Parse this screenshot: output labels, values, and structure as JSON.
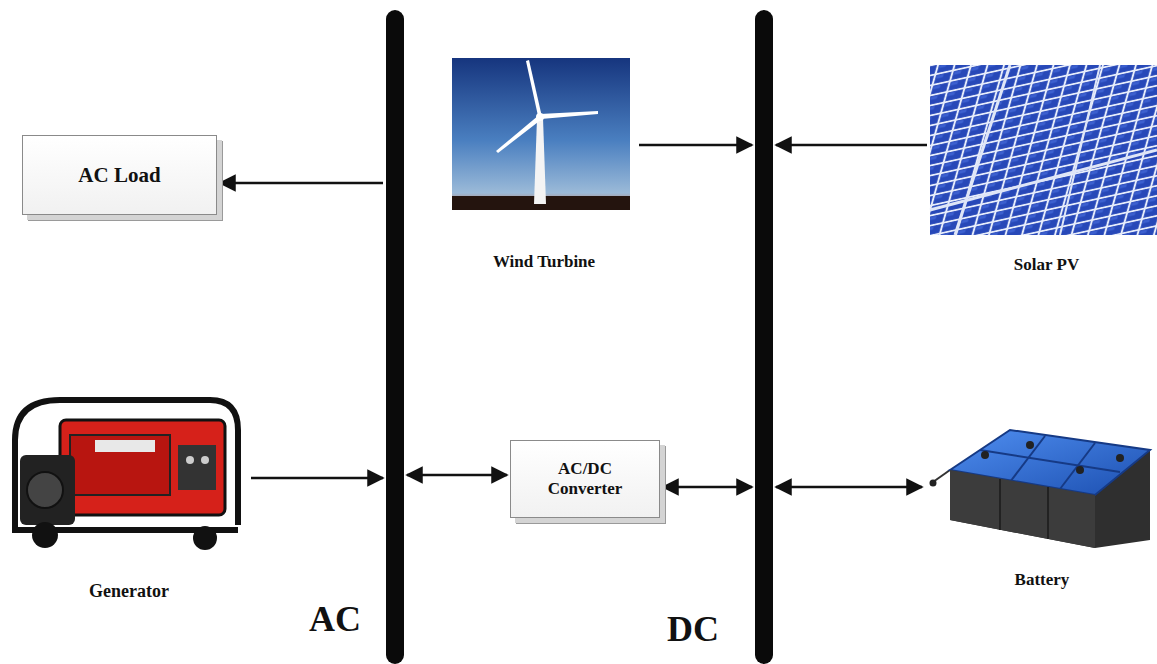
{
  "diagram": {
    "nodes": [
      {
        "text": [
          "AC"
        ]
      },
      {
        "text": [
          "AC Load"
        ]
      },
      {
        "text": [
          "Wind Turbine"
        ]
      },
      {
        "text": [
          "DC"
        ]
      },
      {
        "text": [
          "Solar PV"
        ]
      },
      {
        "text": [
          "Generator"
        ]
      },
      {
        "text": [
          "AC/DC Converter"
        ]
      },
      {
        "text": [
          "Battery"
        ]
      }
    ],
    "edges": [
      {
        "from": 0,
        "to": 1,
        "arrow": "to"
      },
      {
        "from": 2,
        "to": 3,
        "arrow": "to"
      },
      {
        "from": 4,
        "to": 3,
        "arrow": "to"
      },
      {
        "from": 5,
        "to": 0,
        "arrow": "to"
      },
      {
        "from": 0,
        "to": 6,
        "arrow": "both"
      },
      {
        "from": 6,
        "to": 3,
        "arrow": "both"
      },
      {
        "from": 3,
        "to": 7,
        "arrow": "both"
      }
    ]
  }
}
